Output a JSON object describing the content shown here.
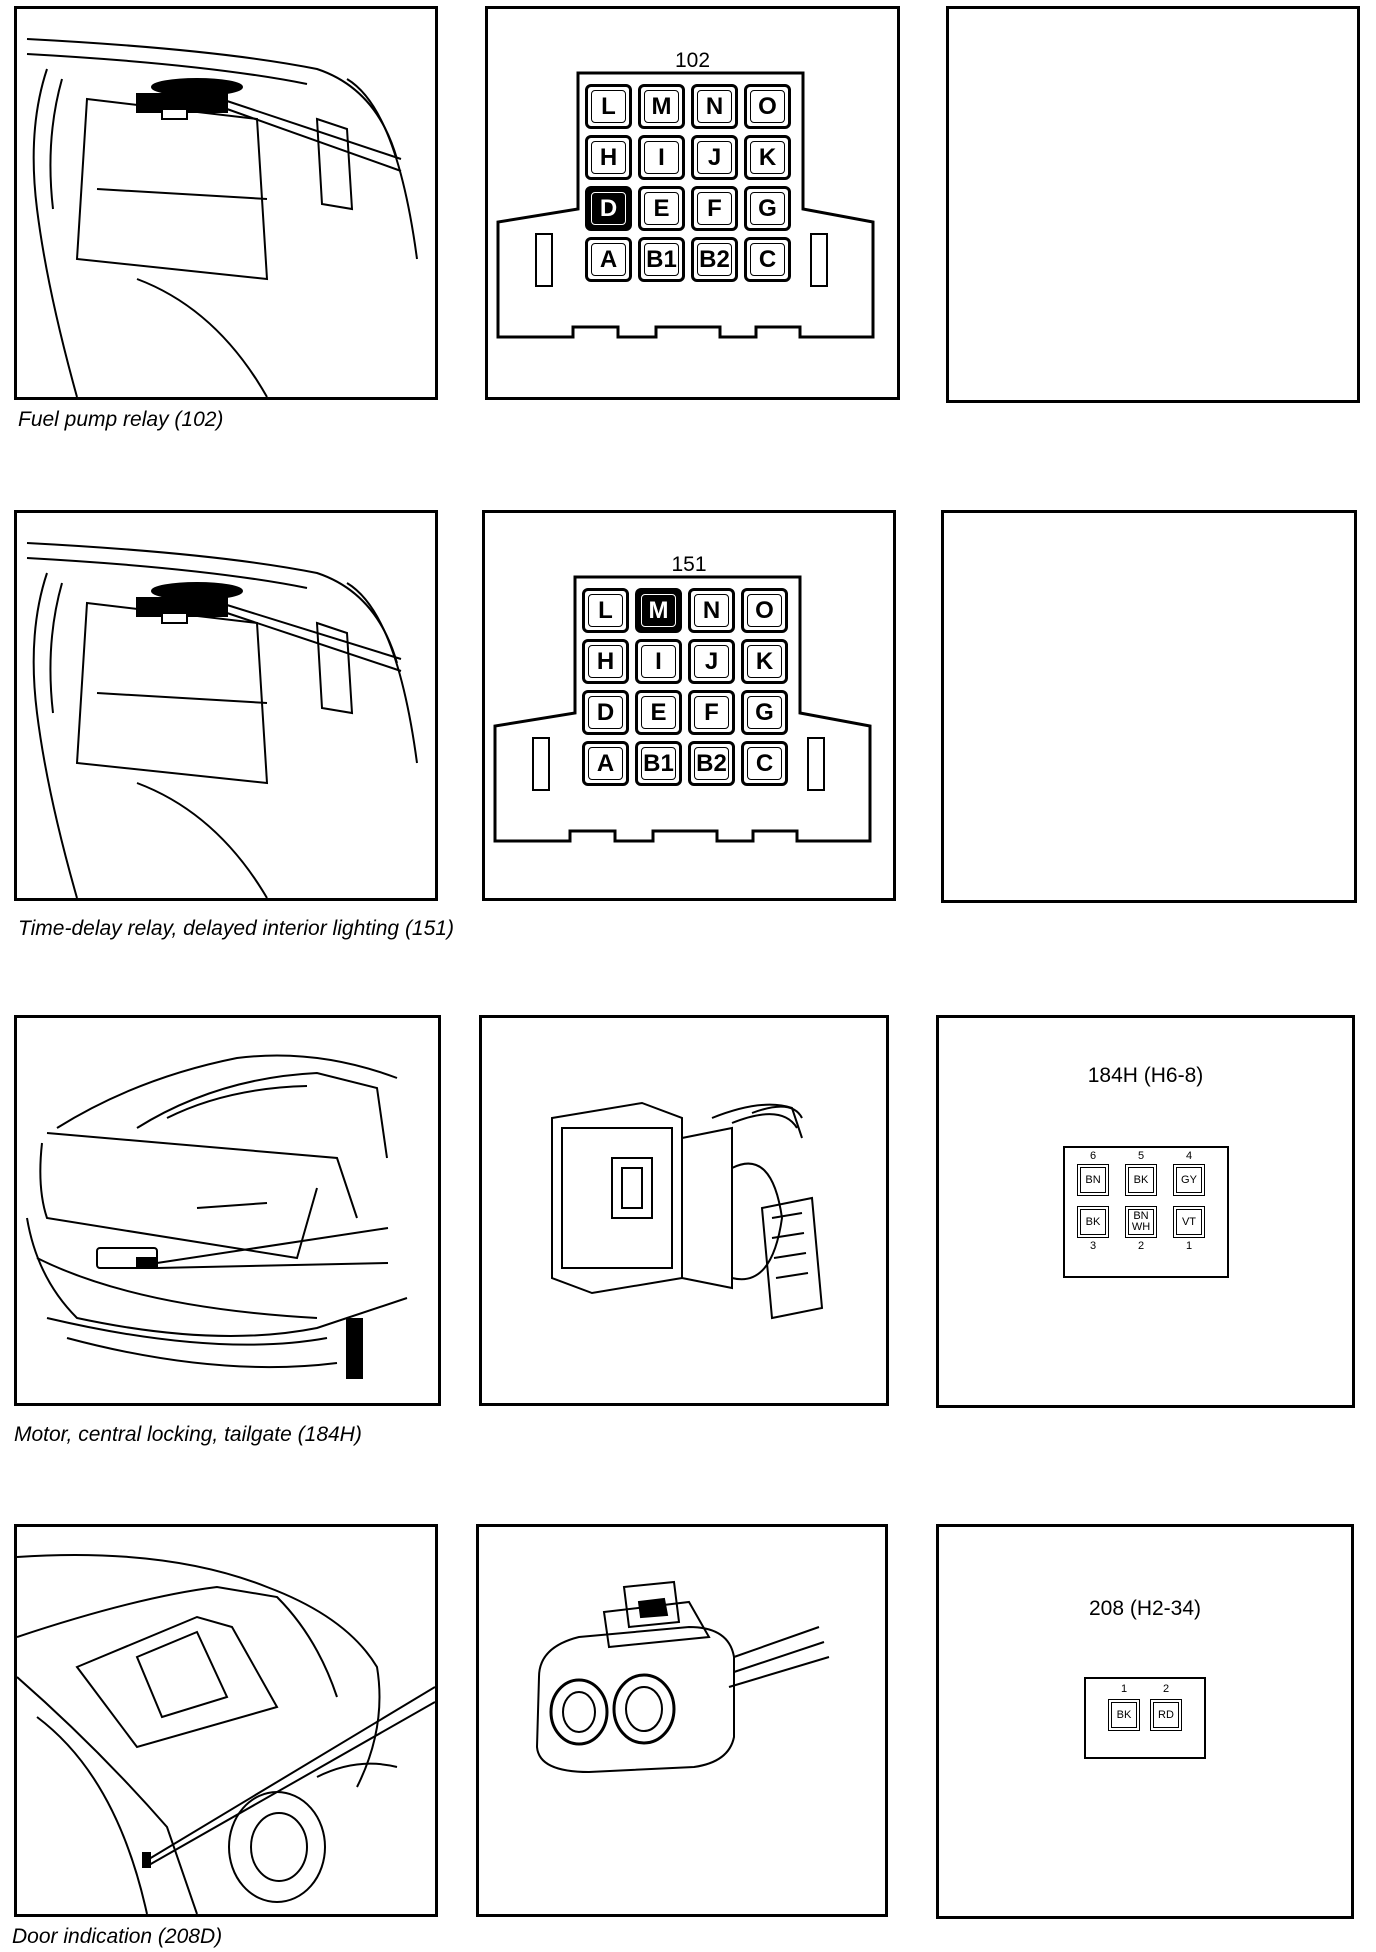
{
  "rows": [
    {
      "caption": "Fuel pump relay (102)",
      "relay": {
        "code": "102",
        "pins": [
          [
            "L",
            "M",
            "N",
            "O"
          ],
          [
            "H",
            "I",
            "J",
            "K"
          ],
          [
            "D",
            "E",
            "F",
            "G"
          ],
          [
            "A",
            "B1",
            "B2",
            "C"
          ]
        ],
        "highlighted": "D"
      }
    },
    {
      "caption": "Time-delay relay, delayed interior lighting (151)",
      "relay": {
        "code": "151",
        "pins": [
          [
            "L",
            "M",
            "N",
            "O"
          ],
          [
            "H",
            "I",
            "J",
            "K"
          ],
          [
            "D",
            "E",
            "F",
            "G"
          ],
          [
            "A",
            "B1",
            "B2",
            "C"
          ]
        ],
        "highlighted": "M"
      }
    },
    {
      "caption": "Motor, central locking, tailgate (184H)",
      "connector": {
        "code": "184H (H6-8)",
        "top_numbers": [
          "6",
          "5",
          "4"
        ],
        "top_wires": [
          "BN",
          "BK",
          "GY"
        ],
        "bottom_wires": [
          "BK",
          "BN WH",
          "VT"
        ],
        "bottom_numbers": [
          "3",
          "2",
          "1"
        ]
      }
    },
    {
      "caption": "Door indication (208D)",
      "connector": {
        "code": "208 (H2-34)",
        "top_numbers": [
          "1",
          "2"
        ],
        "wires": [
          "BK",
          "RD"
        ]
      }
    }
  ]
}
